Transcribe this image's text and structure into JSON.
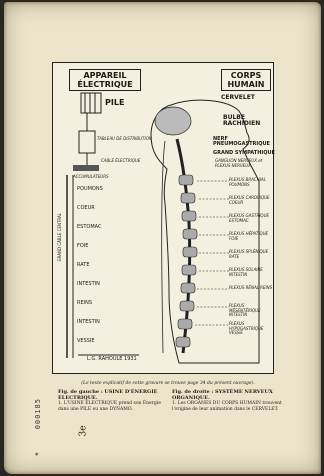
{
  "left": {
    "title": "APPAREIL ÉLECTRIQUE",
    "pile": "PILE",
    "tableau": "TABLEAU DE DISTRIBUTION",
    "cable": "CABLE ÉLECTRIQUE",
    "accus": "ACCUMULATEURS",
    "lines": [
      "POUMONS",
      "COEUR",
      "ESTOMAC",
      "FOIE",
      "RATE",
      "INTESTIN",
      "REINS",
      "INTESTIN",
      "VESSIE"
    ],
    "vertical": "GRAND CÂBLE CENTRAL",
    "signature": "L.G. RAHOULE 1931"
  },
  "right": {
    "title": "CORPS HUMAIN",
    "cervelet": "CERVELET",
    "bulbe": "BULBE RACHIDIEN",
    "nerf": "NERF PNEUMOGASTRIQUE",
    "grand": "GRAND SYMPATHIQUE",
    "ganglion": "GANGLION NERVEUX et PLEXUS NERVEUX",
    "plexus": [
      "PLEXUS BRACHIAL POUMONS",
      "PLEXUS CARDIAQUE COEUR",
      "PLEXUS GASTRIQUE ESTOMAC",
      "PLEXUS HÉPATIQUE FOIE",
      "PLEXUS SPLÉNIQUE RATE",
      "PLEXUS SOLAIRE INTESTIN",
      "PLEXUS RÉNAL REINS",
      "PLEXUS MÉSENTÉRIQUE INTESTIN",
      "PLEXUS HYPOGASTRIQUE VESSIE"
    ]
  },
  "caption": {
    "top": "(Le texte explicatif de cette gravure se trouve page 34 du présent ouvrage).",
    "left_head": "Fig. de gauche : USINE D'ÉNERGIE ÉLECTRIQUE.",
    "left_body": "1. L'USINE ÉLECTRIQUE prend son Énergie dans une PILE ou une DYNAMO.",
    "right_head": "Fig. de droite : SYSTÈME NERVEUX ORGANIQUE.",
    "right_body": "1. Les ORGANES DU CORPS HUMAIN trouvent l'origine de leur animation dans le CERVELET."
  },
  "page_number": "3e",
  "stamp": "000185"
}
